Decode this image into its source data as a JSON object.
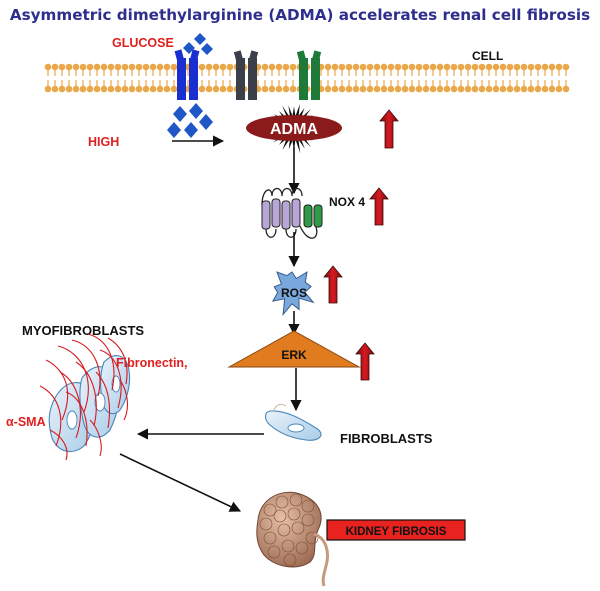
{
  "title": "Asymmetric dimethylarginine (ADMA) accelerates renal cell fibrosis",
  "labels": {
    "glucose": "GLUCOSE",
    "cell": "CELL",
    "high": "HIGH",
    "adma": "ADMA",
    "nox4": "NOX 4",
    "ros": "ROS",
    "erk": "ERK",
    "myofibroblasts": "MYOFIBROBLASTS",
    "fibronectin": "Fibronectin,",
    "asma": "α-SMA",
    "fibroblasts": "FIBROBLASTS",
    "kidney_fibrosis": "KIDNEY FIBROSIS"
  },
  "colors": {
    "title": "#2e2e8f",
    "label_red": "#e0201f",
    "membrane": "#e9a84a",
    "receptor_blue": "#1a2fd0",
    "receptor_gray": "#3a3f4a",
    "receptor_green": "#1f7a3a",
    "glucose_diamond": "#1f57c7",
    "adma_star": "#111111",
    "adma_inner": "#8b1a1a",
    "up_arrow": "#c0141a",
    "ros_star": "#7aa8dc",
    "erk_triangle": "#e07b1f",
    "kidney_box": "#e8231f"
  },
  "icons": {
    "up_arrows": "red-up-arrow-icon",
    "nox4_channel": "transmembrane-channel-icon",
    "cells": "spindle-cell-icon",
    "kidney": "kidney-icon"
  }
}
